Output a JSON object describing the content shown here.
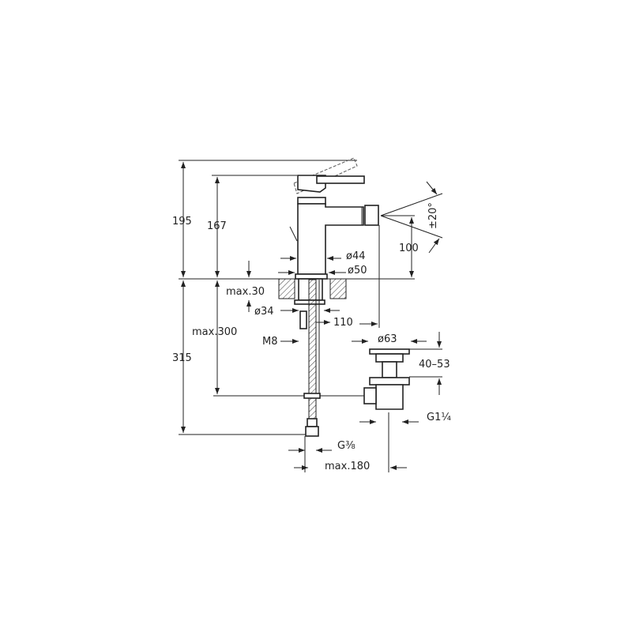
{
  "drawing": {
    "dimensions": {
      "total_height": "195",
      "spout_height": "167",
      "spout_outlet": "100",
      "angle": "±20°",
      "body_diameter": "ø44",
      "base_diameter": "ø50",
      "counter_max": "max.30",
      "shank_diameter": "ø34",
      "reach": "110",
      "hose_max": "max.300",
      "below_counter": "315",
      "thread_m8": "M8",
      "drain_diameter": "ø63",
      "drain_range": "40–53",
      "drain_thread": "G1¼",
      "supply_thread": "G⅜",
      "drain_distance": "max.180"
    }
  }
}
